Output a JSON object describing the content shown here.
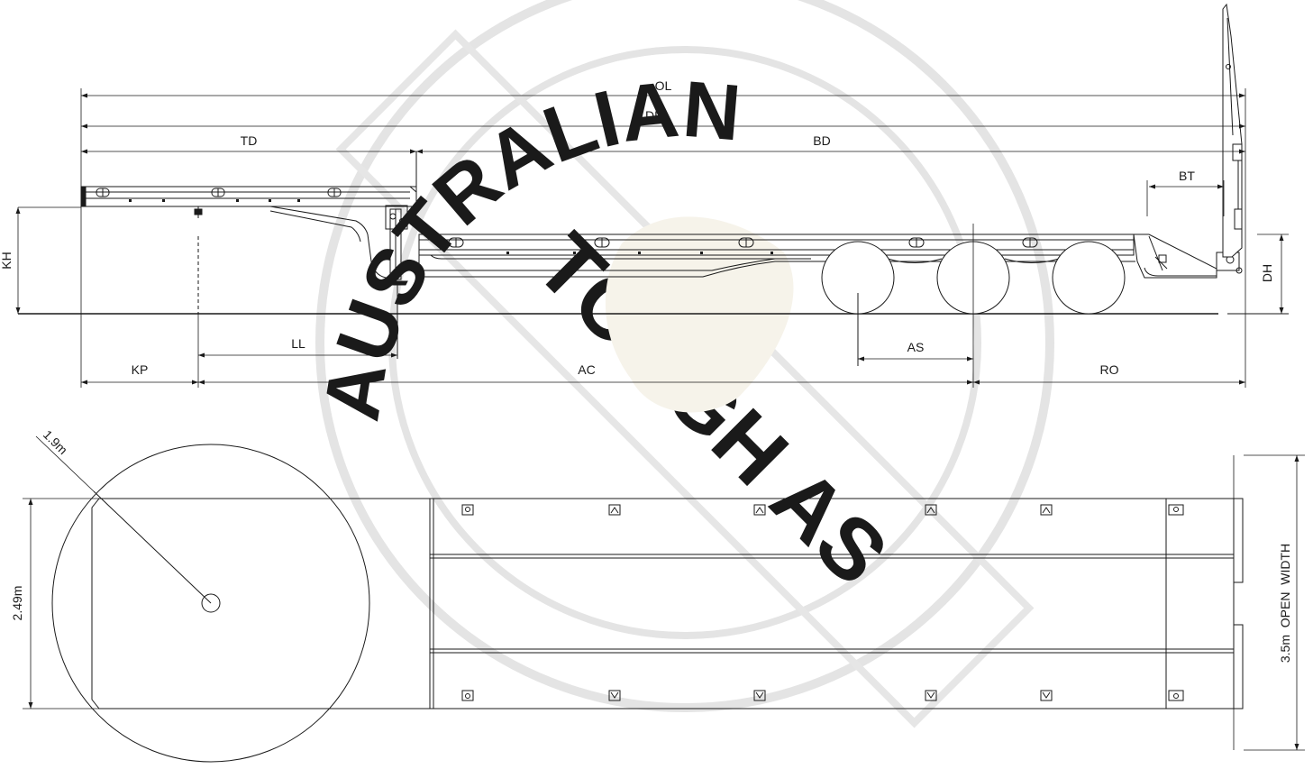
{
  "watermark": {
    "top_text": "AUSTRALIAN",
    "bottom_text": "TOUGH AS",
    "color": "#d8d8d8"
  },
  "dimensions": {
    "ol": "OL",
    "dl": "DL",
    "td": "TD",
    "bd": "BD",
    "bt": "BT",
    "kh": "KH",
    "dh": "DH",
    "ll": "LL",
    "as": "AS",
    "kp": "KP",
    "ac": "AC",
    "ro": "RO"
  },
  "plan": {
    "turn_radius": "1.9m",
    "gooseneck_width": "2.49m",
    "open_width": "3.5m  OPEN  WIDTH"
  },
  "colors": {
    "line": "#1a1a1a",
    "watermark": "#d8d8d8"
  }
}
